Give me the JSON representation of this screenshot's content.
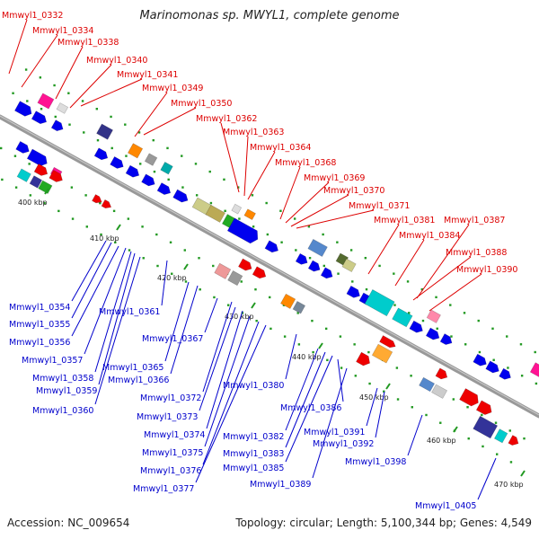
{
  "title": "Marinomonas sp. MWYL1, complete genome",
  "footer": {
    "accession": "Accession: NC_009654",
    "topology": "Topology: circular; Length: 5,100,344 bp; Genes: 4,549"
  },
  "colors": {
    "backbone": "#999999",
    "label_top": "#dd0000",
    "label_bottom": "#0000cc",
    "tick": "#229922"
  },
  "scale_labels": [
    "400 kbp",
    "410 kbp",
    "420 kbp",
    "430 kbp",
    "440 kbp",
    "450 kbp",
    "460 kbp",
    "470 kbp"
  ],
  "top_labels": [
    "Mmwyl1_0332",
    "Mmwyl1_0334",
    "Mmwyl1_0338",
    "Mmwyl1_0340",
    "Mmwyl1_0341",
    "Mmwyl1_0349",
    "Mmwyl1_0350",
    "Mmwyl1_0362",
    "Mmwyl1_0363",
    "Mmwyl1_0364",
    "Mmwyl1_0368",
    "Mmwyl1_0369",
    "Mmwyl1_0370",
    "Mmwyl1_0371",
    "Mmwyl1_0381",
    "Mmwyl1_0387",
    "Mmwyl1_0384",
    "Mmwyl1_0388",
    "Mmwyl1_0390"
  ],
  "bottom_labels": [
    "Mmwyl1_0354",
    "Mmwyl1_0355",
    "Mmwyl1_0356",
    "Mmwyl1_0357",
    "Mmwyl1_0358",
    "Mmwyl1_0359",
    "Mmwyl1_0360",
    "Mmwyl1_0361",
    "Mmwyl1_0365",
    "Mmwyl1_0366",
    "Mmwyl1_0367",
    "Mmwyl1_0372",
    "Mmwyl1_0373",
    "Mmwyl1_0374",
    "Mmwyl1_0375",
    "Mmwyl1_0376",
    "Mmwyl1_0377",
    "Mmwyl1_0380",
    "Mmwyl1_0382",
    "Mmwyl1_0383",
    "Mmwyl1_0385",
    "Mmwyl1_0386",
    "Mmwyl1_0389",
    "Mmwyl1_0391",
    "Mmwyl1_0392",
    "Mmwyl1_0398",
    "Mmwyl1_0405"
  ]
}
